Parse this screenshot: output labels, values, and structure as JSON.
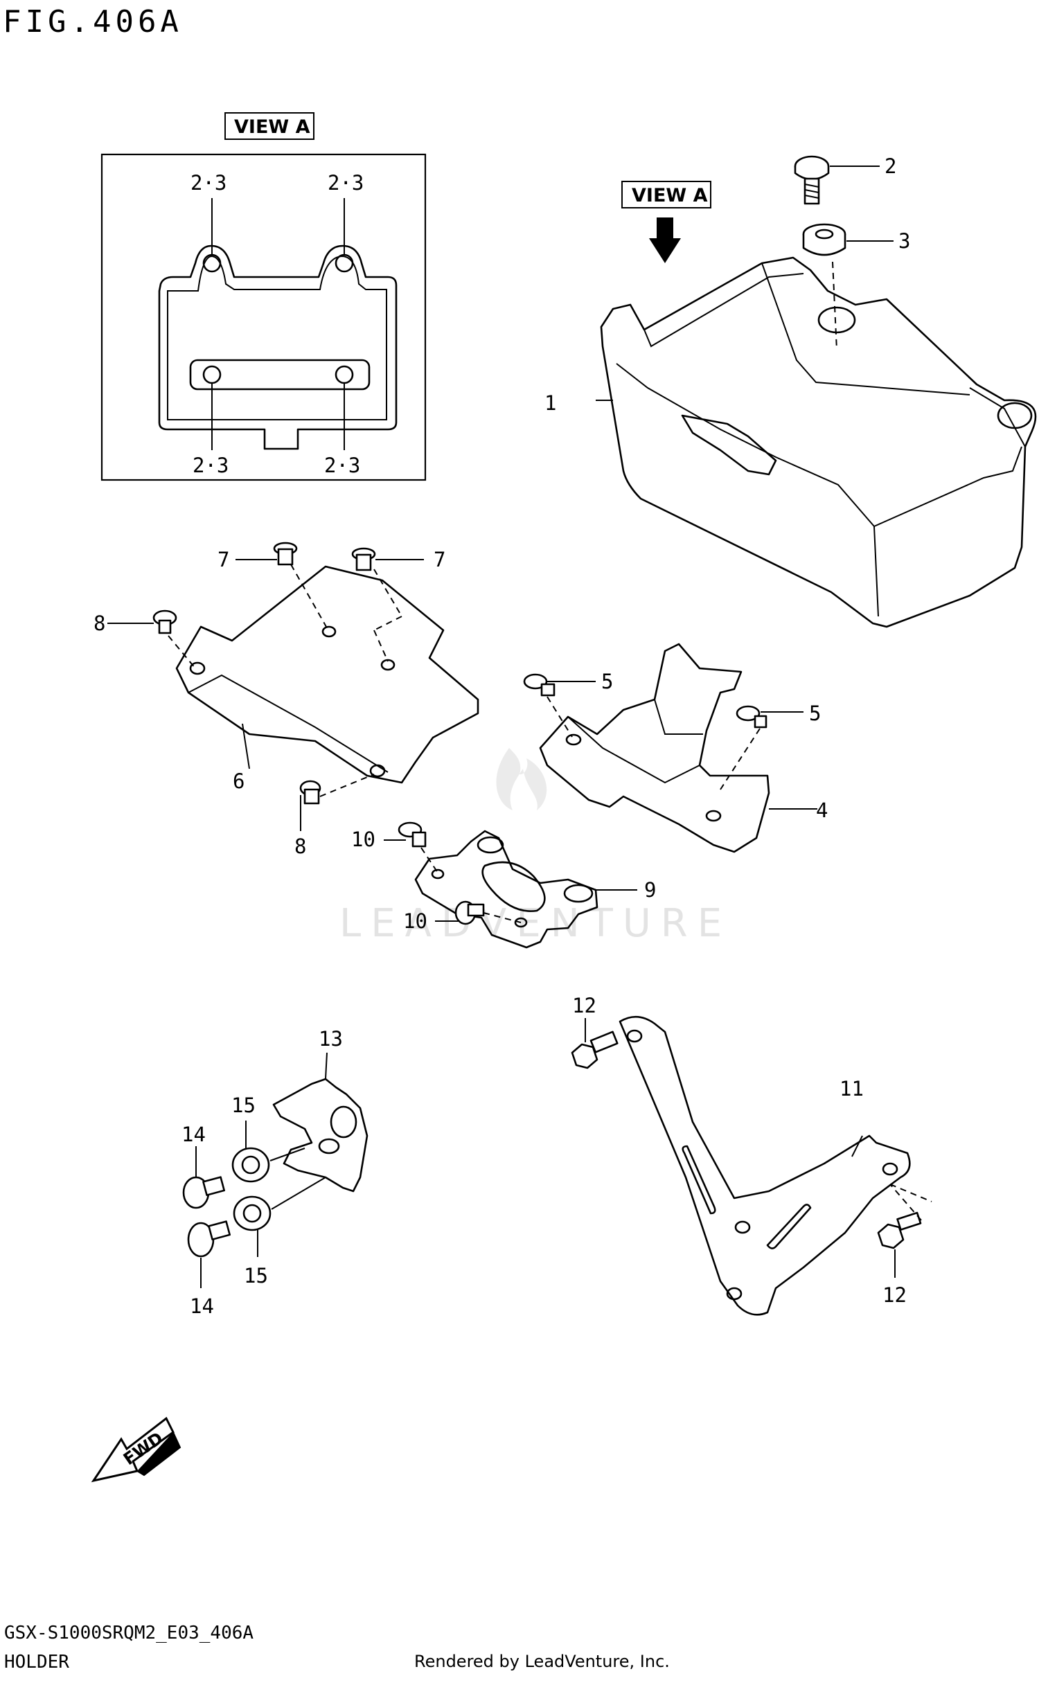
{
  "figure": {
    "title": "FIG.406A",
    "code": "GSX-S1000SRQM2_E03_406A",
    "name": "HOLDER",
    "credit": "Rendered by LeadVenture, Inc.",
    "watermark": "LEADVENTURE"
  },
  "view_tags": {
    "inset": "VIEW A",
    "arrow": "VIEW A"
  },
  "inset_labels": {
    "top_left": "2·3",
    "top_right": "2·3",
    "bottom_left": "2·3",
    "bottom_right": "2·3"
  },
  "callouts": {
    "p1": "1",
    "p2": "2",
    "p3": "3",
    "p4": "4",
    "p5a": "5",
    "p5b": "5",
    "p6": "6",
    "p7a": "7",
    "p7b": "7",
    "p8a": "8",
    "p8b": "8",
    "p9": "9",
    "p10a": "10",
    "p10b": "10",
    "p11": "11",
    "p12a": "12",
    "p12b": "12",
    "p13": "13",
    "p14a": "14",
    "p14b": "14",
    "p15a": "15",
    "p15b": "15"
  },
  "fwd_label": "FWD"
}
